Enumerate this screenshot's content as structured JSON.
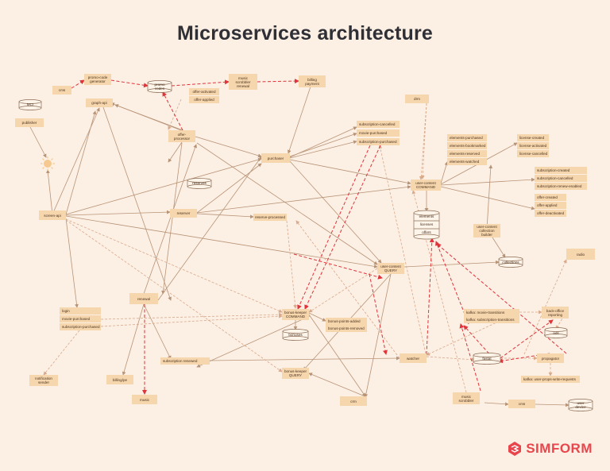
{
  "title": "Microservices architecture",
  "logo": {
    "text": "SIMFORM",
    "color": "#e8464c"
  },
  "colors": {
    "box": "#f6d6ad",
    "edge_solid": "#b89477",
    "edge_dashed": "#d9a98a",
    "edge_red": "#e0343a",
    "background": "#fcefe4"
  },
  "nodes": {
    "cms_top": "cms",
    "promo_code_generator": "promo-code\ngenerator",
    "promo_codes": "promo\ncodes",
    "offer_activated": "offer-activated",
    "offer_applied": "offer-applied",
    "music_scrobbler_renewal": "music\nscrobbler\nrenewal",
    "billing_payment": "billing\npayment",
    "drm": "drm",
    "mci": "MCI",
    "publisher": "publisher",
    "graph_api": "graph-api",
    "offer_processor": "offer-\nprocessor",
    "subscription_cancelled": "subscription-cancelled",
    "movie_purchased": "movie-purchased",
    "subscription_purchased": "subscription-purchased",
    "purchaser": "purchaser",
    "elements_purchased": "elements-purchased",
    "elements_bookmarked": "elements-bookmarked",
    "elements_reserved": "elements-reserved",
    "elements_watched": "elements-watched",
    "license_created": "license-created",
    "license_activated": "license-activated",
    "license_cancelled": "license-cancelled",
    "subscription_created": "subscription-created",
    "subscription_cancelled_2": "subscription-cancelled",
    "subscription_renew_enabled": "subscription-renew-enabled",
    "offer_created": "offer-created",
    "offer_applied_2": "offer-applied",
    "offer_deactivated": "offer-deactivated",
    "reserves": "reserves",
    "screen_api": "screen-api",
    "reserver": "reserver",
    "reserve_processed": "reserve-processed",
    "user_content_command": "user-content\nCOMMAND",
    "uc_elements": "elements",
    "uc_licenses": "licenses",
    "uc_offers": "offers",
    "user_content_collection_builder": "user-content\ncollection\nbuilder",
    "collections": "collections",
    "radio": "radio",
    "user_content_query": "user-content\nQUERY",
    "renewal": "renewal",
    "login": "login",
    "movie_purchased_2": "movie-purchased",
    "subscription_purchased_2": "subscription-purchased",
    "bonus_keeper_command": "bonus-keeper\nCOMMAND",
    "bonus_points_added": "bonus-points-added",
    "bonus_points_removed": "bonus-points-removed",
    "bonuses": "bonuses",
    "kafka_movie_transitions": "kafka: movie-transitions",
    "kafka_subscription_transitions": "kafka: subscription-transitions",
    "back_office_reporting": "back-office\nreporting",
    "ads": "ads",
    "subscription_renewed": "subscription renewed",
    "watcher": "watcher",
    "fastat": "fastat",
    "propagator": "propagator",
    "notification_sender": "notification\nsender",
    "billing_pe": "billing/pe",
    "bonus_keeper_query": "bonus-keeper\nQUERY",
    "kafka_user_props": "kafka: user-props-write-requests",
    "music": "music",
    "crm_bottom": "crm",
    "music_scrobbler": "music\nscrobbler",
    "cms_bottom": "cms",
    "user_device": "user\ndevice"
  }
}
